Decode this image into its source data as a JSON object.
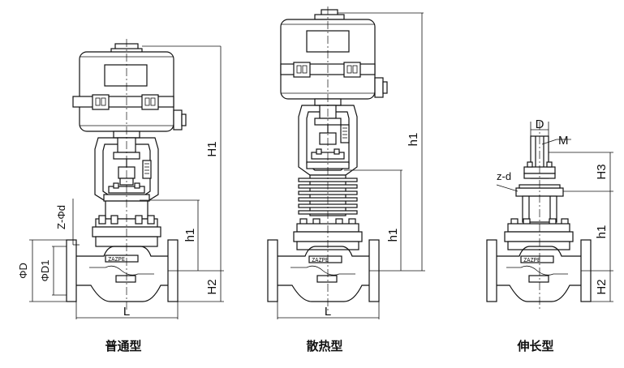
{
  "variants": [
    {
      "caption": "普通型",
      "dims": {
        "height_total": "H1",
        "height_stem": "h1",
        "height_body": "H2",
        "length": "L",
        "bolt_holes": "Z-Φd",
        "flange_outer": "ΦD",
        "flange_bolt_circle": "ΦD1"
      }
    },
    {
      "caption": "散热型",
      "dims": {
        "height_total": "h1",
        "height_stem": "h1",
        "length": "L"
      }
    },
    {
      "caption": "伸长型",
      "dims": {
        "stem_dia": "D",
        "thread": "M",
        "height_top": "H3",
        "bolt_holes": "z-d",
        "height_stem": "h1",
        "height_body": "H2"
      }
    }
  ],
  "nameplate_text": "ZAZPE"
}
